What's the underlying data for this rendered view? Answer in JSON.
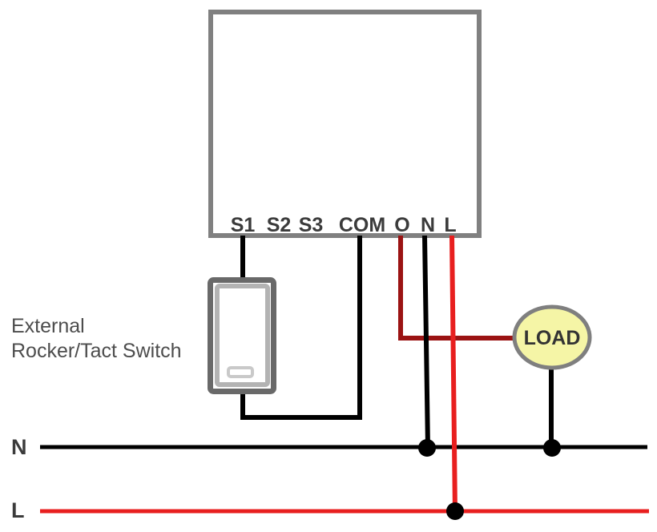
{
  "diagram": {
    "device": {
      "terminals": [
        "S1",
        "S2",
        "S3",
        "COM",
        "O",
        "N",
        "L"
      ]
    },
    "external_switch": {
      "label_line1": "External",
      "label_line2": "Rocker/Tact Switch"
    },
    "load": {
      "label": "LOAD"
    },
    "power": {
      "neutral_label": "N",
      "live_label": "L"
    },
    "colors": {
      "wire_black": "#000000",
      "wire_live_red": "#e81f1f",
      "wire_output_dark_red": "#9b1313",
      "device_border": "#808080",
      "switch_outer_border": "#696969",
      "switch_inner_border": "#b3b3b3",
      "switch_indent_border": "#c9c9c9",
      "load_fill": "#f5f5a6",
      "load_border": "#7f7f7f",
      "label_text": "#3b3b3b",
      "background": "#ffffff"
    }
  }
}
